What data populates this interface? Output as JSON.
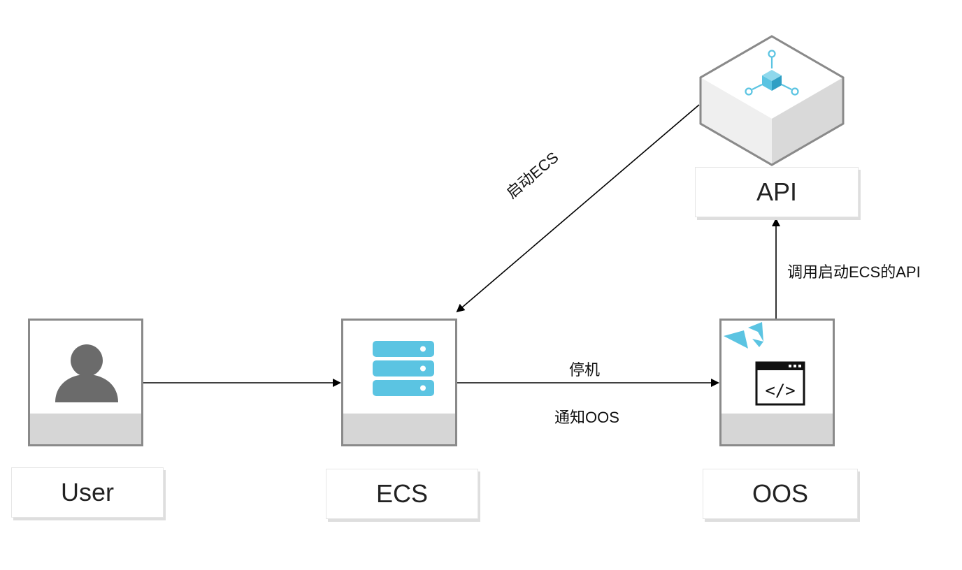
{
  "nodes": {
    "user": {
      "label": "User",
      "icon": "user-avatar-icon"
    },
    "ecs": {
      "label": "ECS",
      "icon": "server-stack-icon"
    },
    "oos": {
      "label": "OOS",
      "icon": "code-window-icon"
    },
    "api": {
      "label": "API",
      "icon": "api-cube-icon"
    }
  },
  "edges": {
    "api_to_ecs": {
      "label": "启动ECS"
    },
    "ecs_to_oos": {
      "label_top": "停机",
      "label_bottom": "通知OOS"
    },
    "oos_to_api": {
      "label": "调用启动ECS的API"
    }
  },
  "colors": {
    "accent": "#5bc4e2",
    "node_border": "#8a8a8a",
    "node_footer": "#d6d6d6",
    "user_icon": "#6b6b6b"
  }
}
